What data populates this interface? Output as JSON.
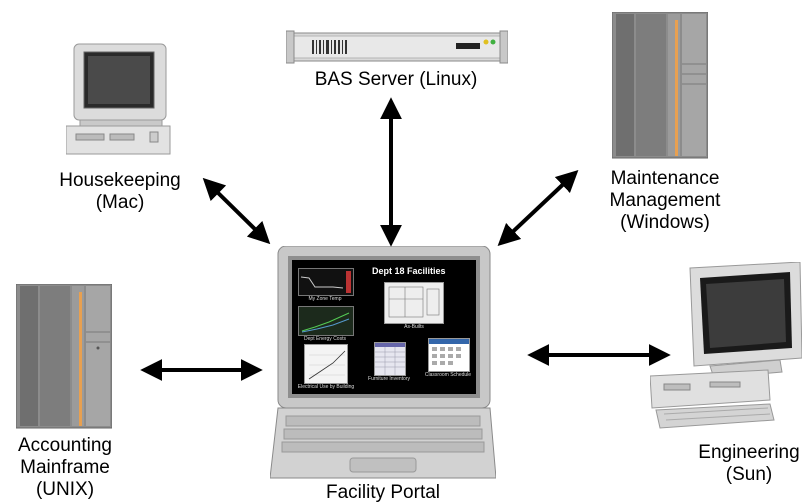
{
  "nodes": {
    "bas_server": {
      "label": "BAS Server (Linux)"
    },
    "housekeeping": {
      "line1": "Housekeeping",
      "line2": "(Mac)"
    },
    "maintenance": {
      "line1": "Maintenance",
      "line2": "Management",
      "line3": "(Windows)"
    },
    "accounting": {
      "line1": "Accounting",
      "line2": "Mainframe",
      "line3": "(UNIX)"
    },
    "engineering": {
      "line1": "Engineering",
      "line2": "(Sun)"
    },
    "portal": {
      "label": "Facility Portal"
    }
  },
  "portal_screen": {
    "title": "Dept 18 Facilities",
    "tiles": [
      "My Zone Temp",
      "Dept Energy Costs",
      "As-Builts",
      "Electrical Use by Building",
      "Furniture Inventory",
      "Classroom Schedule"
    ]
  }
}
